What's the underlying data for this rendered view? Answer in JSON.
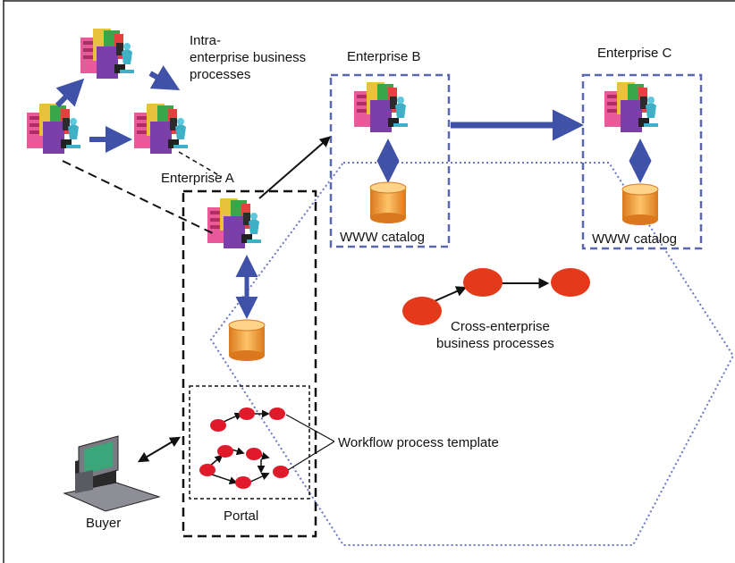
{
  "labels": {
    "intra_line1": "Intra-",
    "intra_line2": "enterprise business",
    "intra_line3": "processes",
    "enterprise_a": "Enterprise A",
    "enterprise_b": "Enterprise B",
    "enterprise_c": "Enterprise C",
    "www_catalog_b": "WWW catalog",
    "www_catalog_c": "WWW catalog",
    "cross_line1": "Cross-enterprise",
    "cross_line2": "business processes",
    "workflow": "Workflow process template",
    "portal": "Portal",
    "buyer": "Buyer"
  },
  "colors": {
    "arrow_blue": "#3f52a8",
    "dashed_blue": "#5a67b5",
    "dotted_blue": "#6a78c4",
    "node_red": "#e01a2a",
    "cross_node": "#e5391c",
    "db_orange": "#f4a03c"
  },
  "icons": {
    "server": "server-cluster-icon",
    "database": "database-cylinder-icon",
    "computer": "desktop-computer-icon"
  }
}
